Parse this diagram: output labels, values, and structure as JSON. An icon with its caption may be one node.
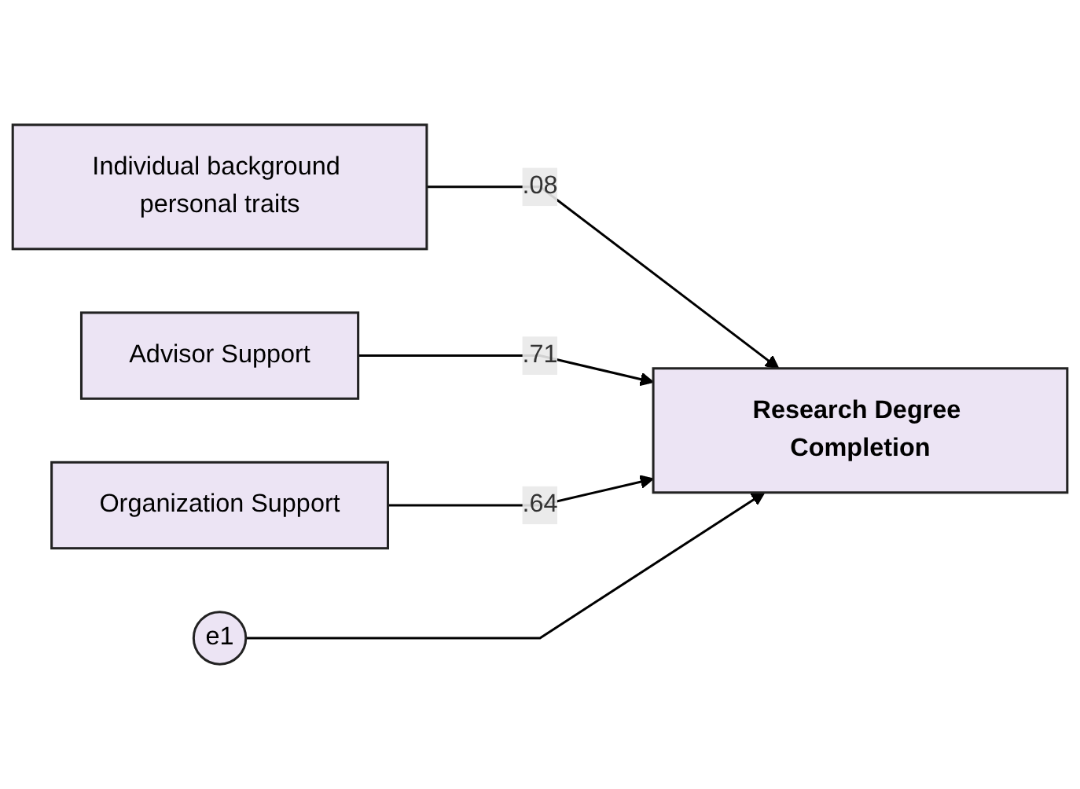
{
  "diagram": {
    "nodes": [
      {
        "text": [
          "Individual background personal traits"
        ]
      },
      {
        "text": [
          "Advisor Support"
        ]
      },
      {
        "text": [
          "Organization Support"
        ]
      },
      {
        "text": [
          "Research Degree Completion"
        ]
      },
      {
        "text": [
          "e1"
        ]
      }
    ],
    "edges": [
      {
        "from": 0,
        "to": 3,
        "arrow": "to",
        "label": ".08"
      },
      {
        "from": 1,
        "to": 3,
        "arrow": "to",
        "label": ".71"
      },
      {
        "from": 2,
        "to": 3,
        "arrow": "to",
        "label": ".64"
      },
      {
        "from": 4,
        "to": 3,
        "arrow": "to"
      }
    ]
  }
}
